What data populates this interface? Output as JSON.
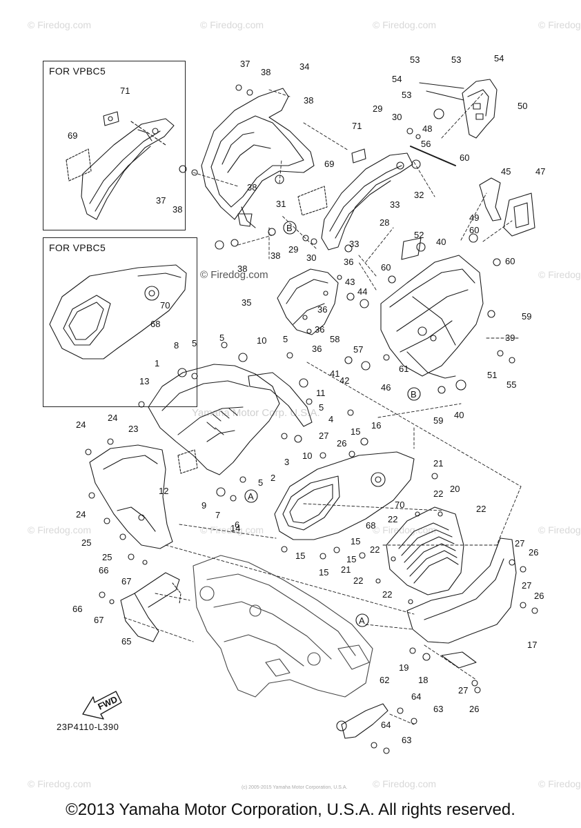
{
  "watermarks": {
    "text": "© Firedog.com",
    "center_text": "Yamaha Motor Corp. U.S.A."
  },
  "insets": [
    {
      "title": "FOR VPBC5",
      "parts": [
        "71",
        "69"
      ]
    },
    {
      "title": "FOR VPBC5",
      "parts": [
        "70",
        "68"
      ]
    }
  ],
  "drawing_code": "23P4110-L390",
  "fwd_label": "FWD",
  "small_copyright": "(c) 2005-2015 Yamaha Motor Corporation, U.S.A.",
  "footer": "©2013 Yamaha Motor Corporation, U.S.A. All rights reserved.",
  "callouts": [
    "1",
    "2",
    "3",
    "4",
    "5",
    "6",
    "7",
    "8",
    "9",
    "10",
    "11",
    "12",
    "13",
    "14",
    "15",
    "16",
    "17",
    "18",
    "19",
    "20",
    "21",
    "22",
    "23",
    "24",
    "25",
    "26",
    "27",
    "28",
    "29",
    "30",
    "31",
    "32",
    "33",
    "34",
    "35",
    "36",
    "37",
    "38",
    "39",
    "40",
    "41",
    "42",
    "43",
    "44",
    "45",
    "46",
    "47",
    "48",
    "49",
    "50",
    "51",
    "52",
    "53",
    "54",
    "55",
    "56",
    "57",
    "58",
    "59",
    "60",
    "61",
    "62",
    "63",
    "64",
    "65",
    "66",
    "67",
    "68",
    "69",
    "70",
    "71"
  ],
  "reference_markers": [
    "A",
    "B"
  ]
}
